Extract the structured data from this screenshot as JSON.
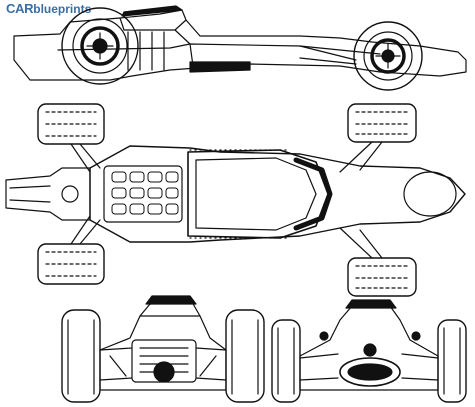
{
  "logo": {
    "brand": "CAR",
    "rest": "blueprints"
  },
  "colors": {
    "ink": "#111111",
    "paper": "#ffffff",
    "logo": "#3a6ea5"
  },
  "views": [
    "side-view",
    "top-view",
    "front-view",
    "rear-view"
  ]
}
